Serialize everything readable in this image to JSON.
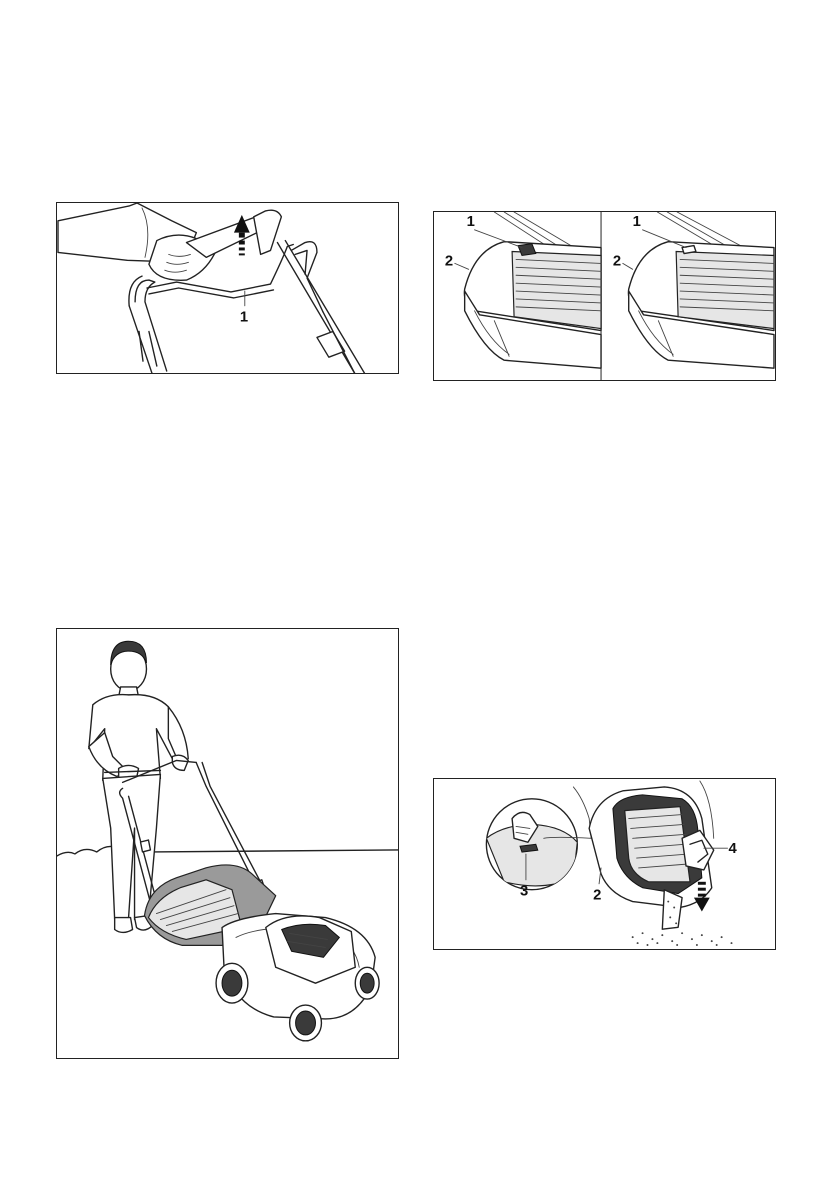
{
  "figures": {
    "handle_lever": {
      "callouts": {
        "lever": "1"
      }
    },
    "grass_indicator": {
      "left_panel": {
        "callouts": {
          "indicator": "1",
          "catcher": "2"
        }
      },
      "right_panel": {
        "callouts": {
          "indicator": "1",
          "catcher": "2"
        }
      }
    },
    "mowing_operator": {},
    "emptying_catcher": {
      "callouts": {
        "handle": "3",
        "catcher": "2",
        "rear_handle": "4"
      }
    }
  }
}
